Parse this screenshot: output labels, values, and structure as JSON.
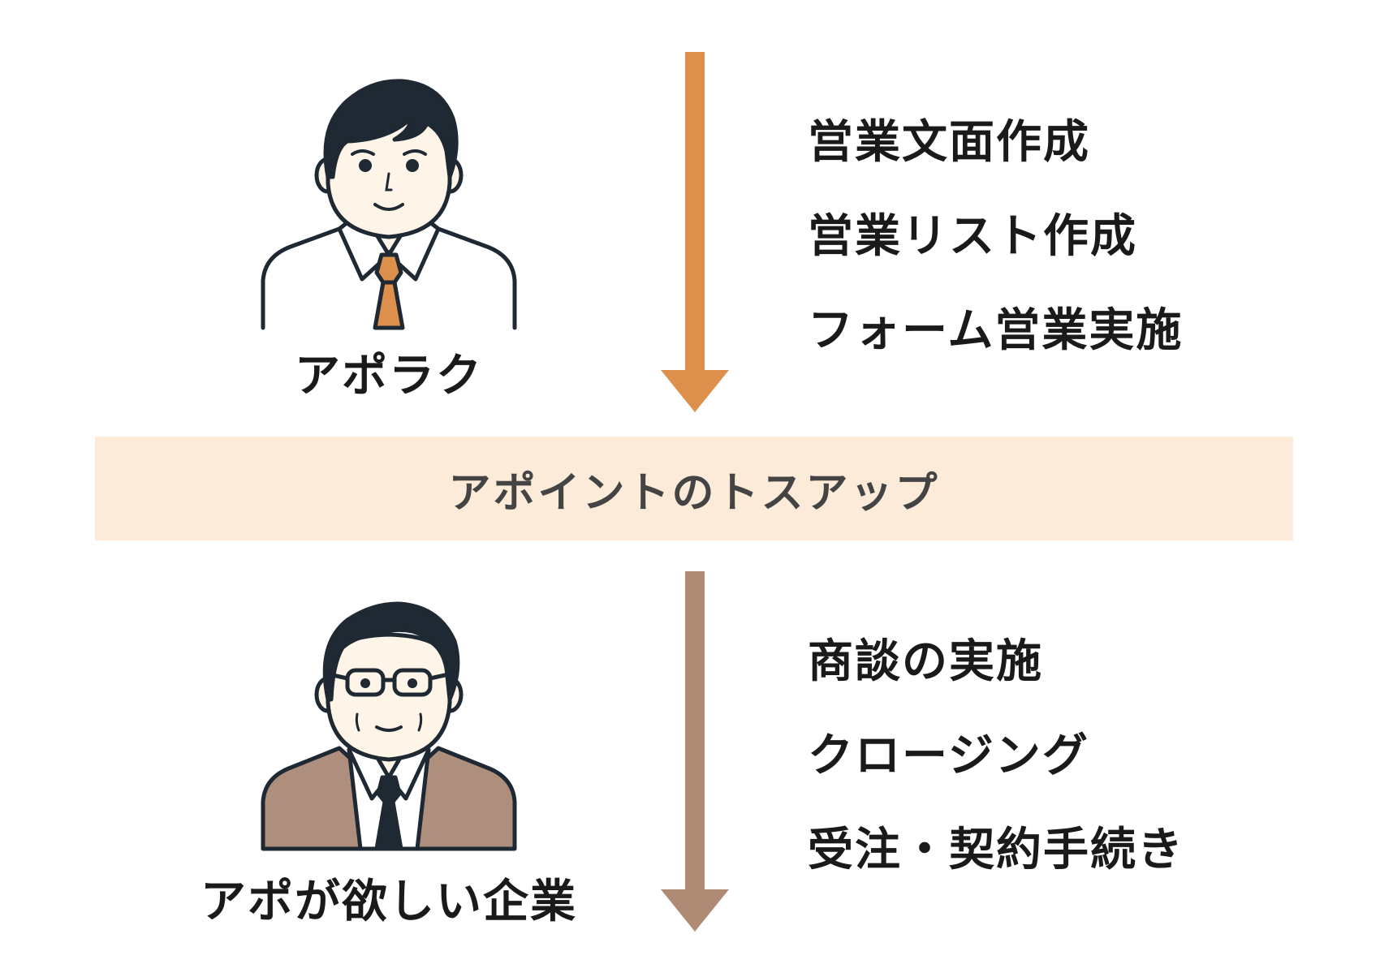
{
  "colors": {
    "top_arrow": "#DD8F4C",
    "bottom_arrow": "#AF8A75",
    "band_background": "#FCEBD9",
    "band_text": "#444444",
    "text": "#1A1A1A",
    "outline": "#1F2933",
    "skin": "#FFF4E8",
    "tie_orange": "#DD8F4C",
    "jacket_brown": "#AE8E7C"
  },
  "top": {
    "person_icon": "young-businessman-icon",
    "label": "アポラク",
    "tasks": [
      "営業文面作成",
      "営業リスト作成",
      "フォーム営業実施"
    ]
  },
  "band": {
    "label": "アポイントのトスアップ"
  },
  "bottom": {
    "person_icon": "senior-businessman-icon",
    "label": "アポが欲しい企業",
    "tasks": [
      "商談の実施",
      "クロージング",
      "受注・契約手続き"
    ]
  }
}
